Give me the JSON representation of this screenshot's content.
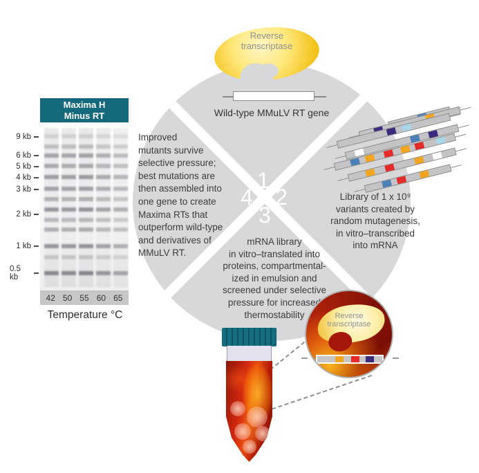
{
  "gel": {
    "header": "Maxima H\nMinus RT",
    "markers": [
      "9 kb",
      "6 kb",
      "5 kb",
      "4 kb",
      "3 kb",
      "2 kb",
      "1 kb",
      "0.5 kb"
    ],
    "lanes": [
      "42",
      "50",
      "55",
      "60",
      "65"
    ],
    "caption": "Temperature °C"
  },
  "cycle": {
    "steps": [
      "1",
      "2",
      "3",
      "4"
    ],
    "top": {
      "protein_label": "Reverse\ntranscriptase",
      "gene_label": "Wild-type MMuLV RT gene"
    },
    "right_text": "Library of 1 x 10⁹\nvariants created by\nrandom mutagenesis,\nin vitro–transcribed\ninto mRNA",
    "bottom_text": "mRNA library\nin vitro–translated into\nproteins, compartmental-\nized in emulsion and\nscreened under selective\npressure for increased\nthermostability",
    "left_text": "Improved\nmutants survive\nselective pressure;\nbest mutations are\nthen assembled into\none gene to create\nMaxima RTs that\noutperform wild-type\nand derivatives of\nMMuLV RT."
  },
  "callout": {
    "protein_label": "Reverse\ntranscriptase"
  },
  "colors": {
    "teal": "#15697c",
    "circle_gray": "#d8d8da",
    "protein_yellow": "#f3c41d",
    "tube_red": "#d3290f",
    "block_blue": "#4a80b5",
    "block_purple": "#3d2b7d",
    "block_orange": "#f2a51f",
    "block_red": "#e62b2b",
    "block_lightblue": "#a9d5e8"
  }
}
